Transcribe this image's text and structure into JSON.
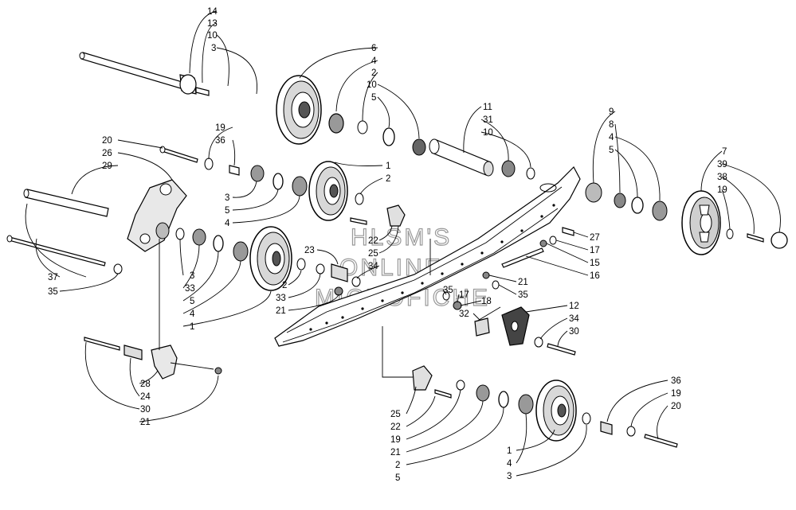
{
  "watermark": [
    "HLSM'S",
    "ONLINE",
    "MICROFICHE"
  ],
  "labels": {
    "l14": "14",
    "l13": "13",
    "l10a": "10",
    "l3a": "3",
    "l6": "6",
    "l4a": "4",
    "l2a": "2",
    "l10b": "10",
    "l5a": "5",
    "l11": "11",
    "l31": "31",
    "l10c": "10",
    "l9": "9",
    "l8": "8",
    "l4b": "4",
    "l5b": "5",
    "l7": "7",
    "l39": "39",
    "l38": "38",
    "l19a": "19",
    "l20a": "20",
    "l26": "26",
    "l29": "29",
    "l19b": "19",
    "l36a": "36",
    "l1a": "1",
    "l2b": "2",
    "l3b": "3",
    "l5c": "5",
    "l4c": "4",
    "l27": "27",
    "l17a": "17",
    "l15": "15",
    "l16": "16",
    "l22a": "22",
    "l25a": "25",
    "l34a": "34",
    "l23": "23",
    "l3c": "3",
    "l33a": "33",
    "l5d": "5",
    "l4d": "4",
    "l1b": "1",
    "l2c": "2",
    "l33b": "33",
    "l21a": "21",
    "l37": "37",
    "l35a": "35",
    "l21b": "21",
    "l35b": "35",
    "l35c": "35",
    "l17b": "17",
    "l18": "18",
    "l12": "12",
    "l34b": "34",
    "l30a": "30",
    "l32": "32",
    "l28": "28",
    "l24": "24",
    "l30b": "30",
    "l21c": "21",
    "l36b": "36",
    "l19c": "19",
    "l20b": "20",
    "l25b": "25",
    "l22b": "22",
    "l19d": "19",
    "l21d": "21",
    "l2d": "2",
    "l5e": "5",
    "l1c": "1",
    "l4e": "4",
    "l3d": "3"
  }
}
